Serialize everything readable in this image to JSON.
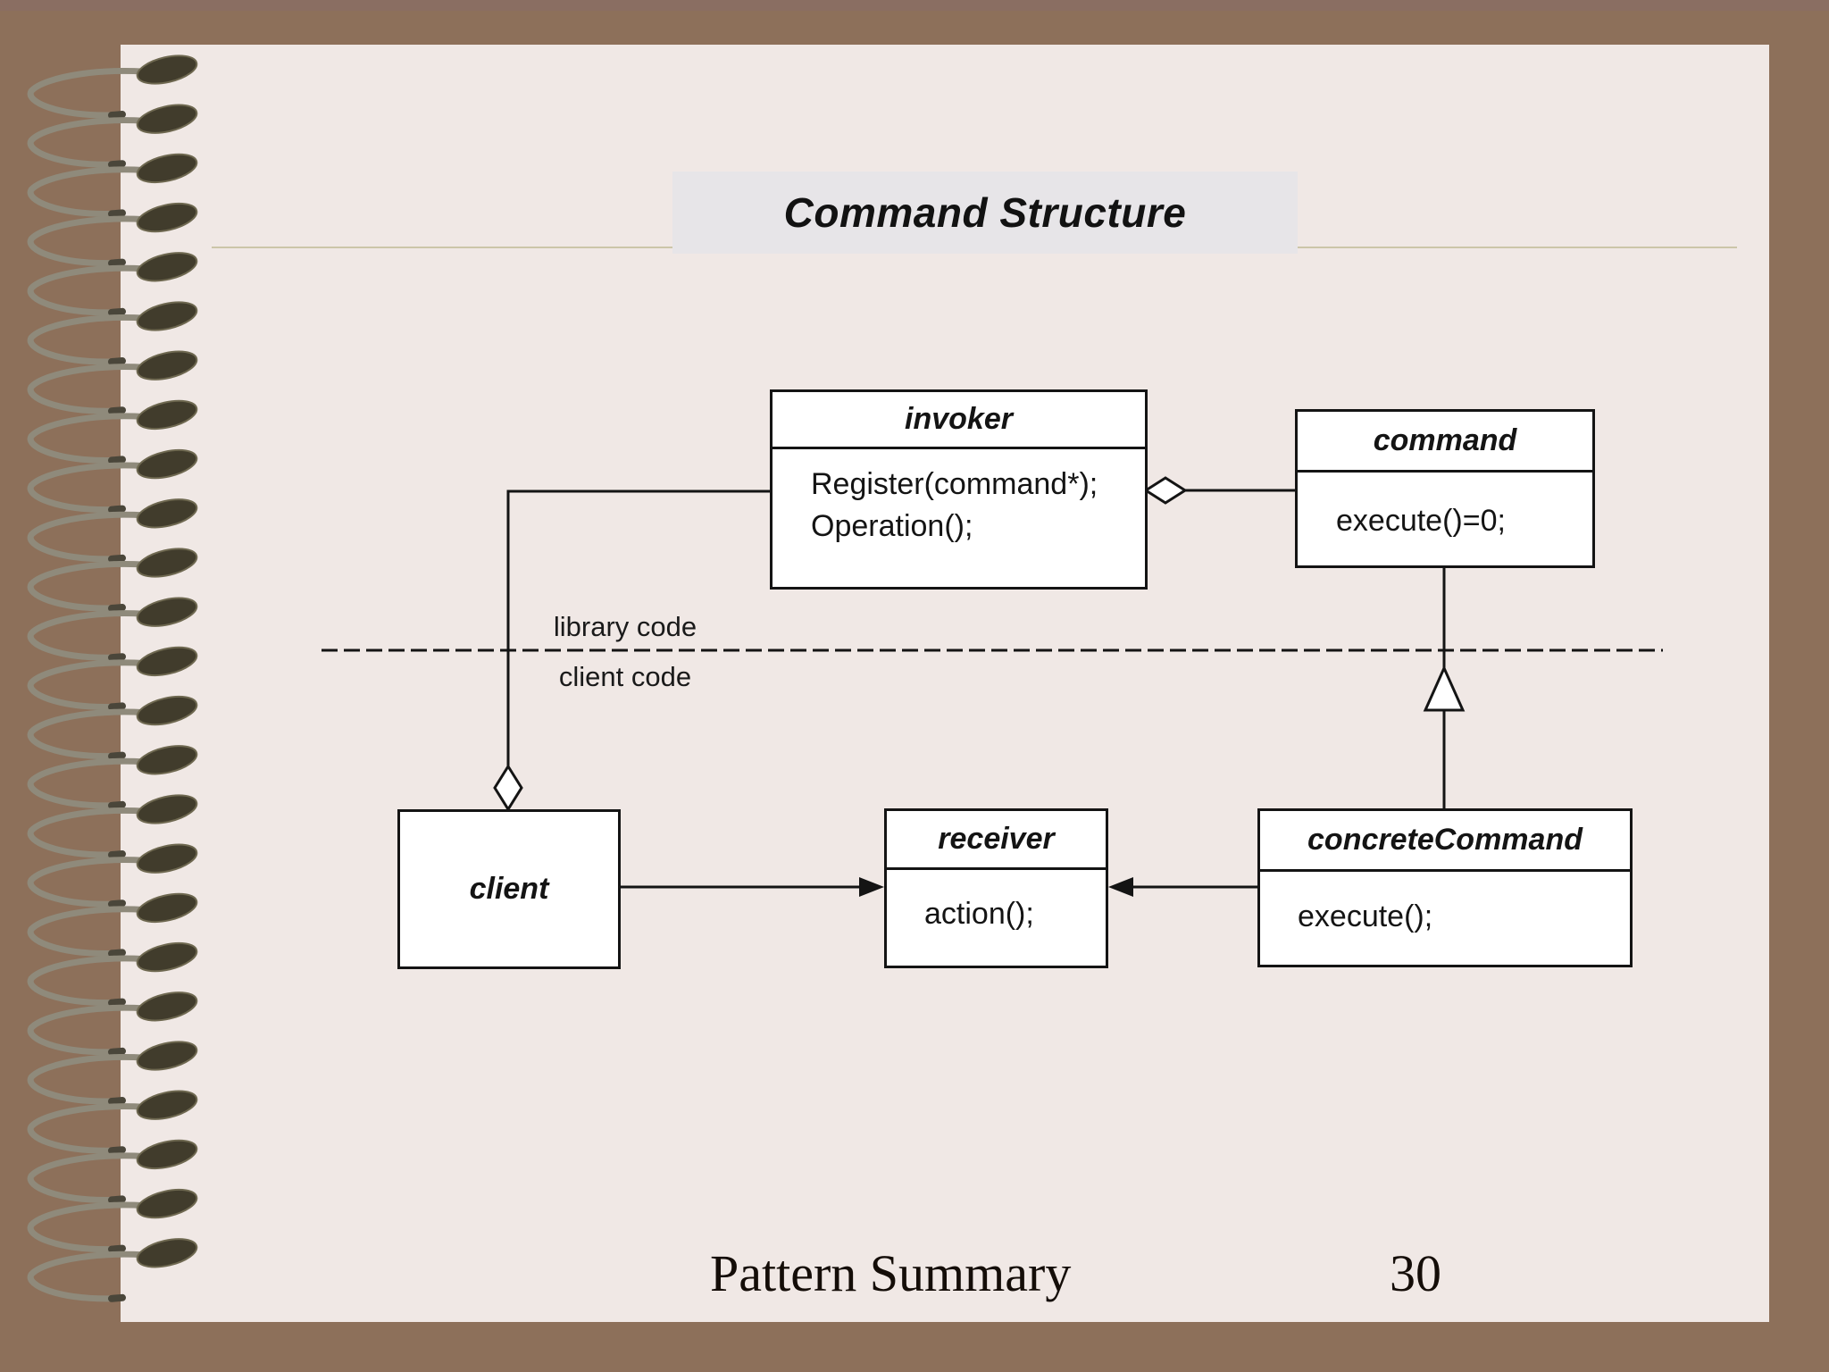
{
  "slide": {
    "title": "Command Structure",
    "region_labels": {
      "above_divider": "library code",
      "below_divider": "client code"
    },
    "footer": {
      "title": "Pattern Summary",
      "page_number": "30"
    }
  },
  "diagram": {
    "classes": [
      {
        "name": "invoker",
        "members": [
          "Register(command*);",
          "Operation();"
        ]
      },
      {
        "name": "command",
        "members": [
          "execute()=0;"
        ]
      },
      {
        "name": "client",
        "members": []
      },
      {
        "name": "receiver",
        "members": [
          "action();"
        ]
      },
      {
        "name": "concreteCommand",
        "members": [
          "execute();"
        ]
      }
    ],
    "relationships": [
      {
        "type": "aggregation",
        "from": "invoker",
        "to": "command",
        "diamond_at": "invoker"
      },
      {
        "type": "aggregation",
        "from": "client",
        "to": "invoker",
        "diamond_at": "client"
      },
      {
        "type": "inheritance",
        "from": "concreteCommand",
        "to": "command"
      },
      {
        "type": "directed-association",
        "from": "client",
        "to": "receiver"
      },
      {
        "type": "directed-association",
        "from": "concreteCommand",
        "to": "receiver"
      }
    ],
    "divider": {
      "style": "dashed",
      "separates": [
        "library code",
        "client code"
      ]
    }
  },
  "colors": {
    "background_brown": "#8d705a",
    "slide_paper": "#f0e8e5",
    "title_band": "#e7e5e8",
    "title_rule": "#ccc5a9",
    "diagram_ink": "#141414",
    "spiral_wire": "#8f8a7b",
    "spiral_hole": "#413c2c"
  }
}
